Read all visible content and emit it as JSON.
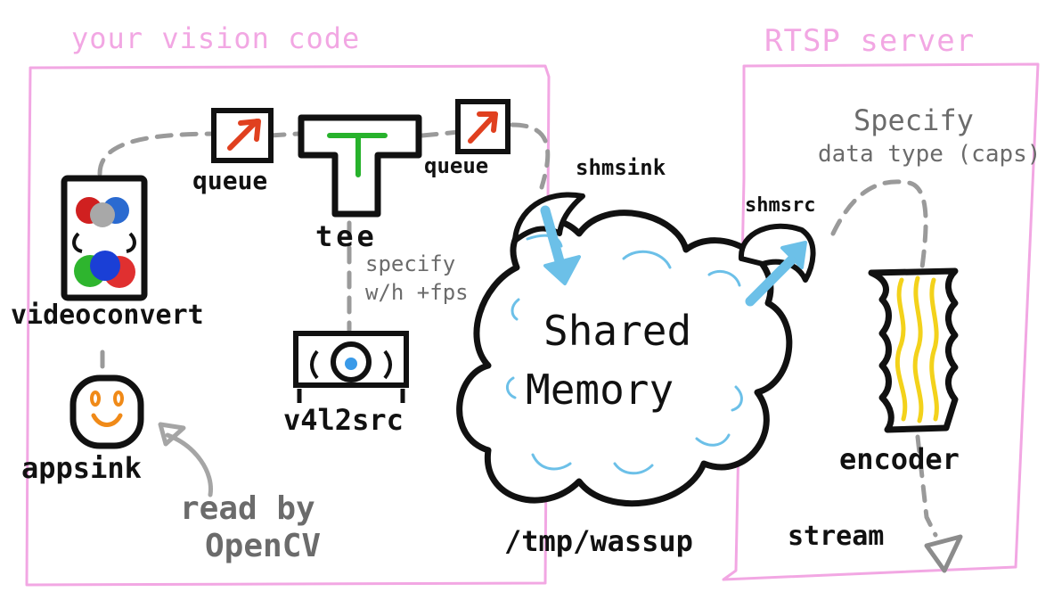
{
  "regions": {
    "vision_title": "your vision code",
    "rtsp_title": "RTSP server"
  },
  "labels": {
    "queue_left": "queue",
    "queue_right": "queue",
    "tee": "tee",
    "videoconvert": "videoconvert",
    "appsink": "appsink",
    "v4l2src": "v4l2src",
    "shmsink": "shmsink",
    "shmsrc": "shmsrc",
    "encoder": "encoder",
    "stream": "stream",
    "shared_memory_line1": "Shared",
    "shared_memory_line2": "Memory",
    "shm_path": "/tmp/wassup"
  },
  "annotations": {
    "specify_wh_line1": "specify",
    "specify_wh_line2": "w/h +fps",
    "specify_caps_line1": "Specify",
    "specify_caps_line2": "data type (caps)",
    "read_by_line1": "read by",
    "read_by_line2": "OpenCV"
  },
  "colors": {
    "pink_frame": "#f2a7e3",
    "blue_arrow": "#6cc0e8",
    "yellow_wave": "#f3d21b",
    "queue_red": "#e0401f",
    "tee_green": "#27b22c",
    "smile_orange": "#f08a18",
    "dash_grey": "#9a9a9a"
  }
}
